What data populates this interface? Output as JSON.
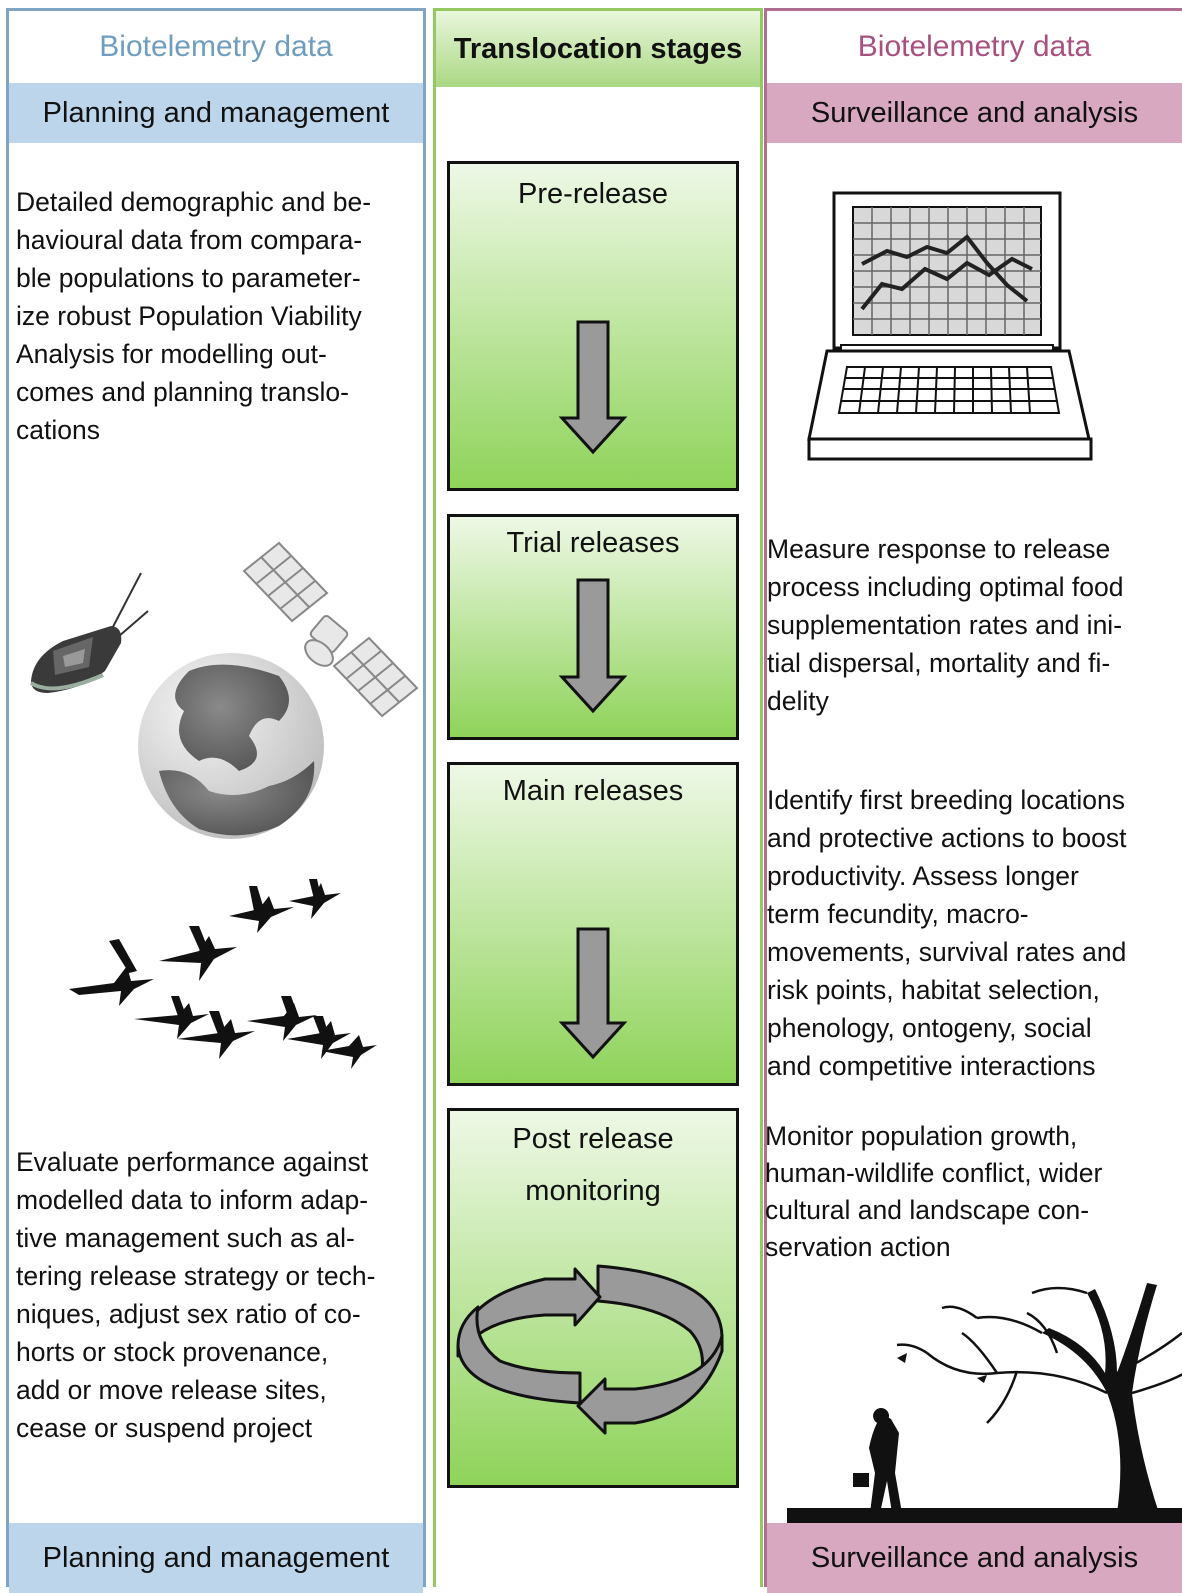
{
  "left": {
    "header": "Biotelemetry data",
    "band_top": "Planning and management",
    "text_top": "Detailed demographic and be-\nhavioural data from compara-\nble populations to parameter-\nize robust Population Viability\nAnalysis for modelling out-\ncomes and planning translo-\ncations",
    "text_bottom": "Evaluate performance against\nmodelled data to inform adap-\ntive management such as al-\ntering release strategy or tech-\nniques, adjust sex ratio of co-\nhorts or stock provenance,\nadd or move release sites,\ncease or suspend project",
    "band_bottom": "Planning and management"
  },
  "middle": {
    "header": "Translocation stages",
    "stages": [
      {
        "label": "Pre-release"
      },
      {
        "label": "Trial releases"
      },
      {
        "label": "Main releases"
      },
      {
        "label": "Post release\nmonitoring"
      }
    ]
  },
  "right": {
    "header": "Biotelemetry data",
    "band_top": "Surveillance and analysis",
    "text_1": "Measure response to release\nprocess including optimal food\nsupplementation rates and ini-\ntial dispersal, mortality and fi-\ndelity",
    "text_2": "Identify first breeding locations\nand protective actions to boost\nproductivity. Assess longer\nterm fecundity, macro-\nmovements, survival rates and\nrisk points, habitat selection,\nphenology, ontogeny, social\nand competitive interactions",
    "text_3": "Monitor population growth,\nhuman-wildlife conflict, wider\ncultural and landscape con-\nservation action",
    "band_bottom": "Surveillance and analysis"
  },
  "colors": {
    "left_border": "#7ea6c4",
    "left_band": "#bcd5ea",
    "middle_border": "#93c95f",
    "stage_fill_bottom": "#8fd35a",
    "right_border": "#b06e95",
    "right_band": "#d8a8c1"
  },
  "icons": [
    "gps-tag-icon",
    "satellite-icon",
    "globe-icon",
    "bird-flock-icon",
    "laptop-chart-icon",
    "tree-silhouette-icon",
    "down-arrow-icon",
    "cycle-arrows-icon"
  ]
}
